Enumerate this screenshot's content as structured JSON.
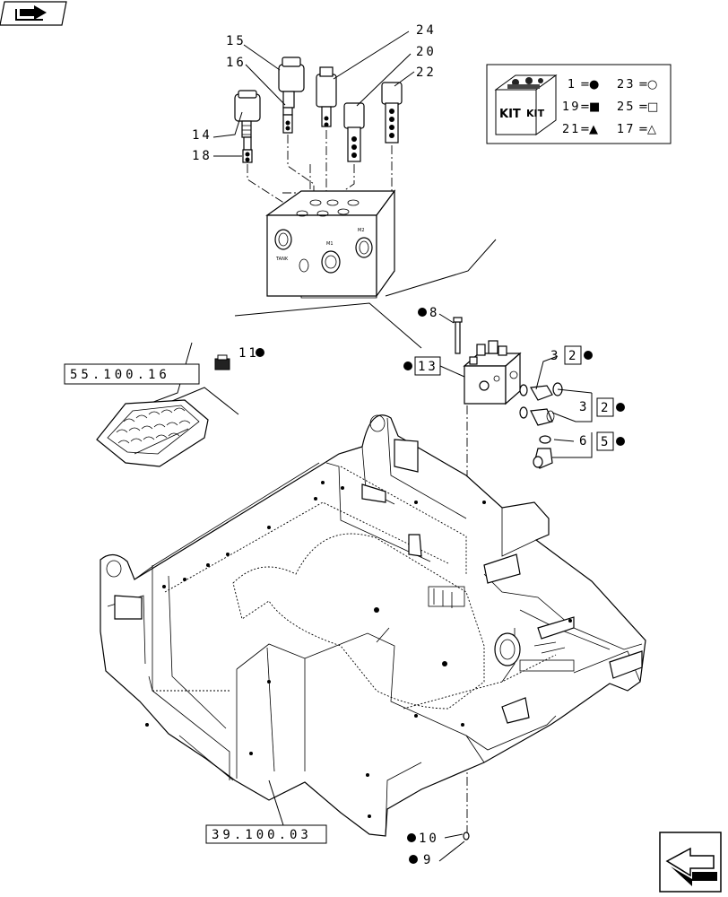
{
  "callouts": {
    "c15": "15",
    "c16": "16",
    "c14": "14",
    "c18": "18",
    "c24": "24",
    "c20": "20",
    "c22": "22",
    "c8": "8",
    "c13": "13",
    "c11": "11",
    "c3a": "3",
    "c2a": "2",
    "c3b": "3",
    "c2b": "2",
    "c6": "6",
    "c5": "5",
    "c10": "10",
    "c9": "9"
  },
  "refs": {
    "ref_top": "55.100.16",
    "ref_bottom": "39.100.03"
  },
  "kit": {
    "badge": "KIT",
    "legend": [
      {
        "num": "1",
        "sym": "●"
      },
      {
        "num": "23",
        "sym": "○"
      },
      {
        "num": "19",
        "sym": "■"
      },
      {
        "num": "25",
        "sym": "□"
      },
      {
        "num": "21",
        "sym": "▲"
      },
      {
        "num": "17",
        "sym": "△"
      }
    ]
  },
  "icons": {
    "top_left": "right-arrow-nav-icon",
    "bottom_right": "next-page-arrow-icon"
  }
}
